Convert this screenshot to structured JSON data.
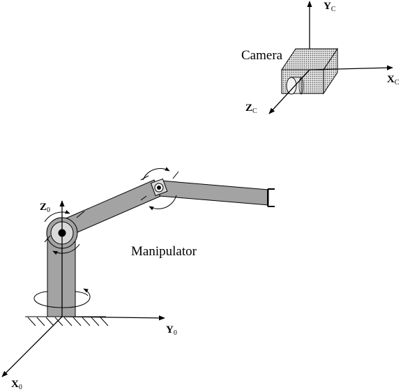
{
  "labels": {
    "camera": "Camera",
    "manipulator": "Manipulator"
  },
  "camera_axes": {
    "x": {
      "main": "X",
      "sub": "C"
    },
    "y": {
      "main": "Y",
      "sub": "C"
    },
    "z": {
      "main": "Z",
      "sub": "C"
    }
  },
  "base_axes": {
    "x": {
      "main": "X",
      "sub": "0"
    },
    "y": {
      "main": "Y",
      "sub": "0"
    },
    "z": {
      "main": "Z",
      "sub": "0"
    }
  },
  "colors": {
    "link_fill": "#a3a3a3",
    "joint_fill": "#d9d9d9",
    "camera_fill": "#cfcfcf",
    "line": "#000000"
  }
}
